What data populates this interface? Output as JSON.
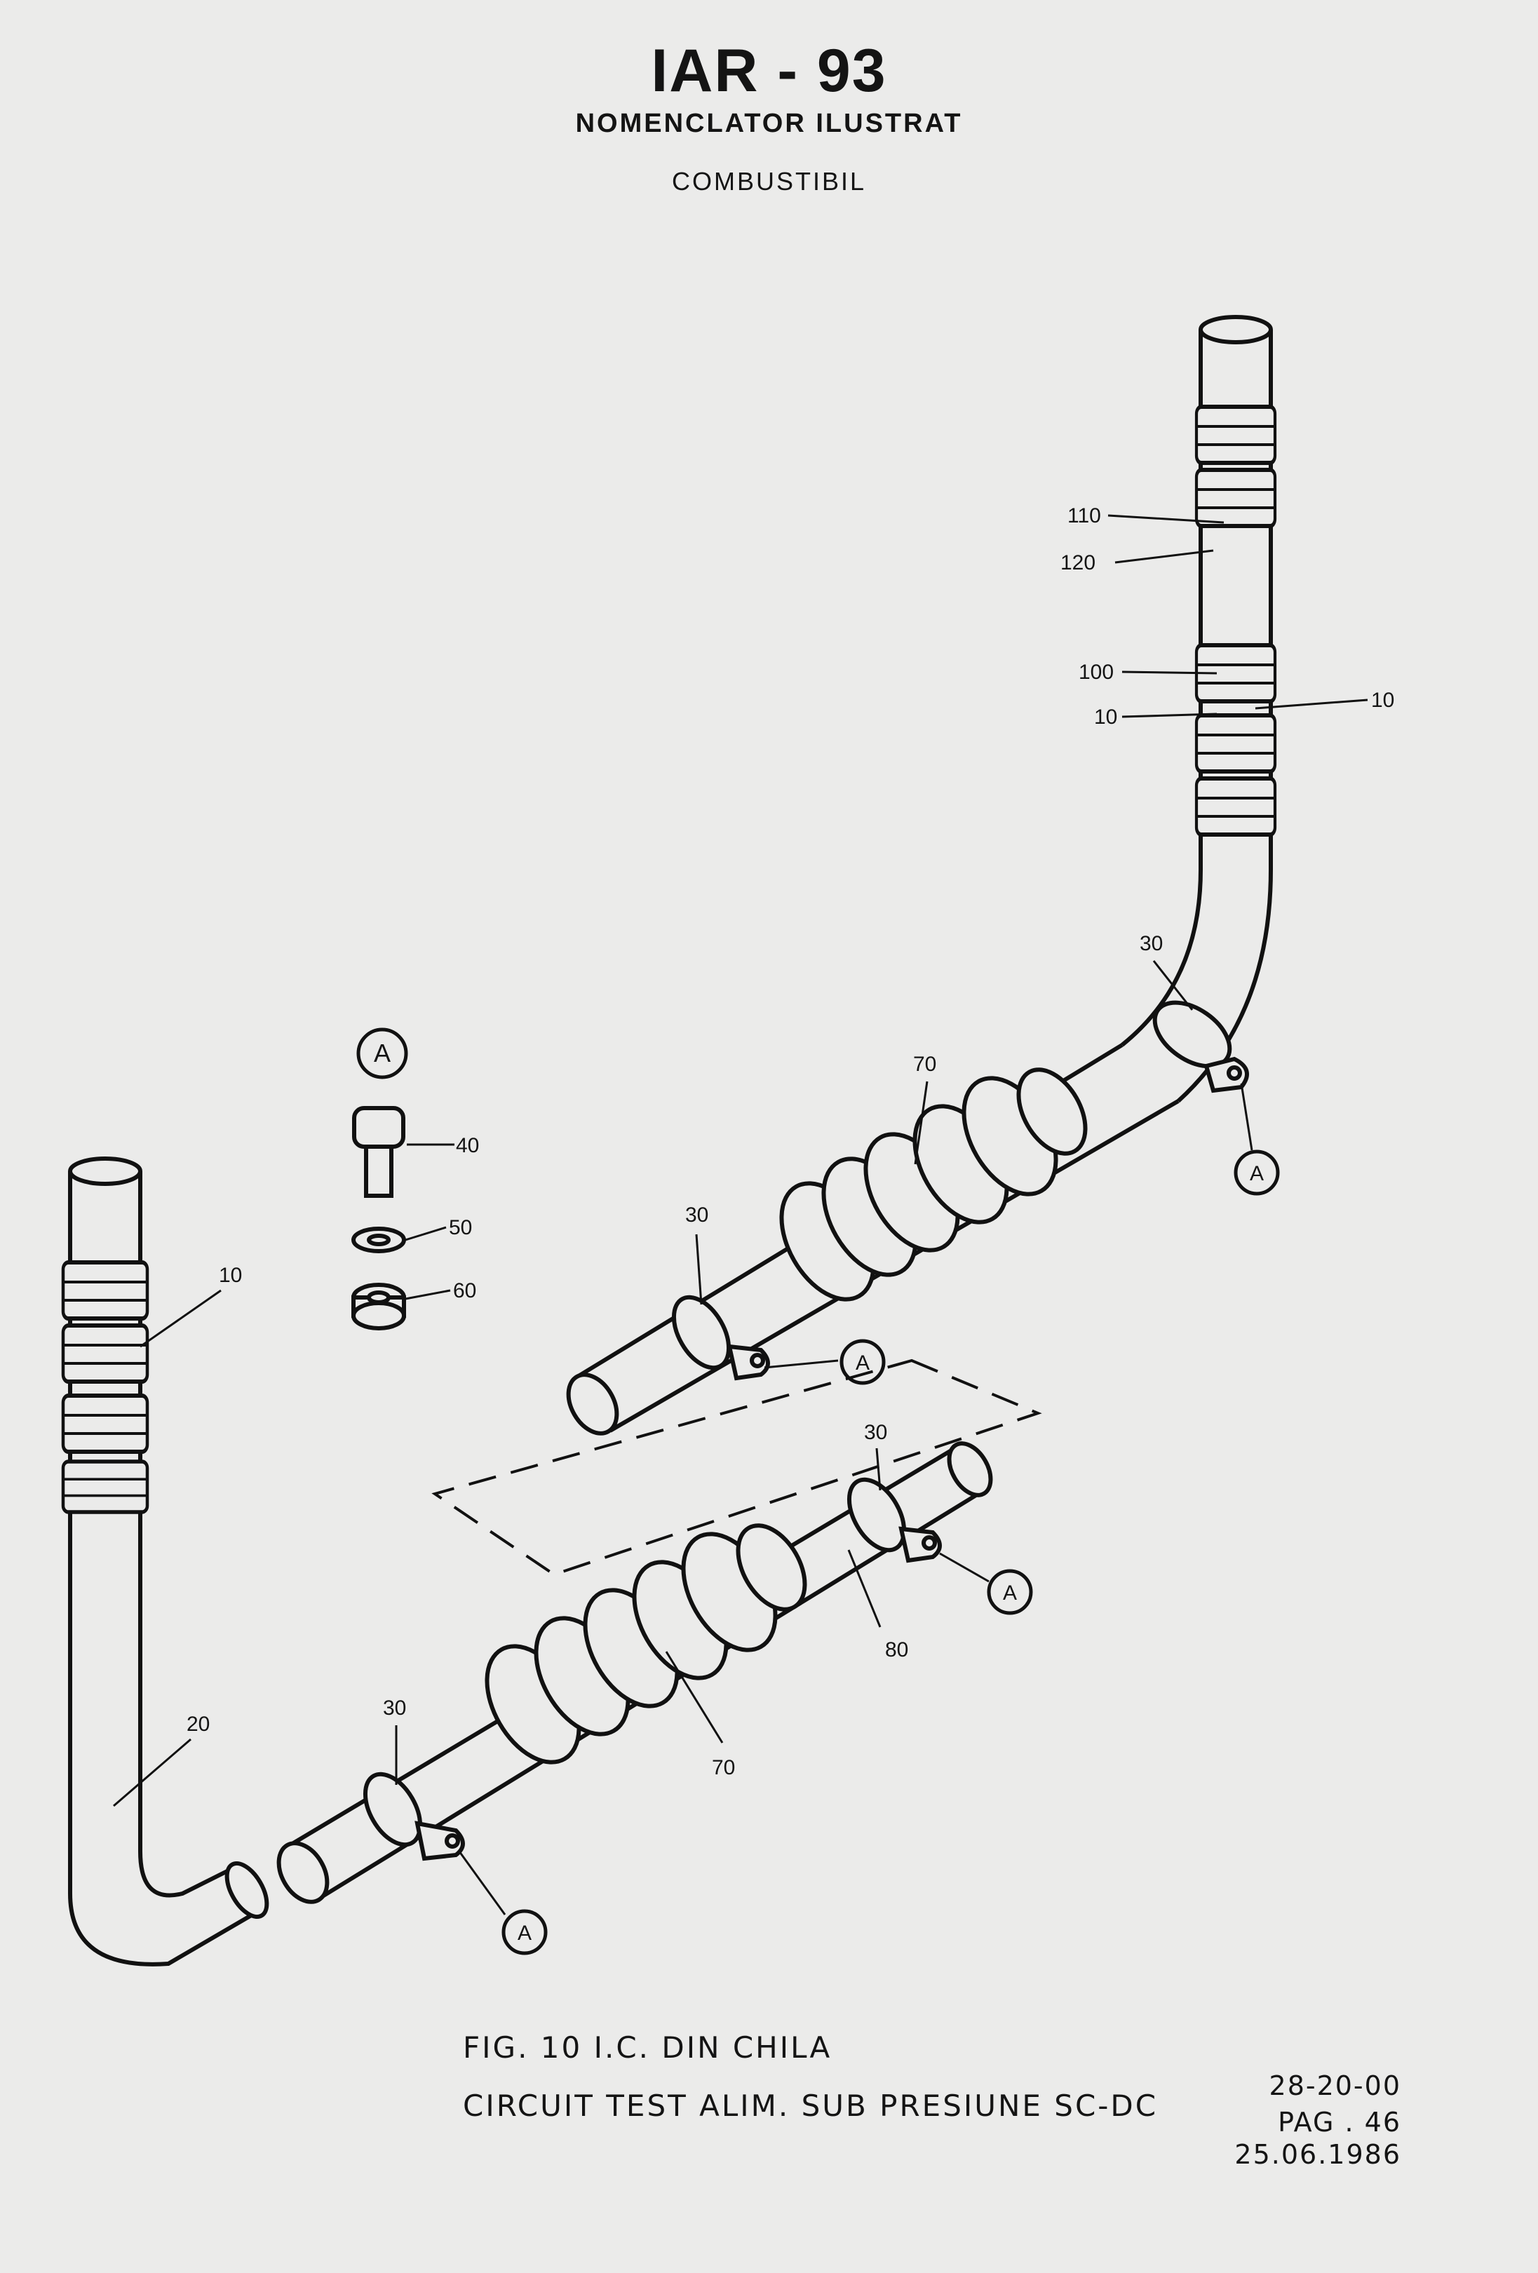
{
  "header": {
    "title": "IAR - 93",
    "subtitle": "NOMENCLATOR ILUSTRAT",
    "section": "COMBUSTIBIL"
  },
  "callouts": {
    "c110": "110",
    "c120": "120",
    "c100": "100",
    "c10_upper_left": "10",
    "c10_upper_right": "10",
    "c30_upper_bend": "30",
    "c70_upper": "70",
    "c30_upper_left": "30",
    "c10_left_pipe": "10",
    "c20": "20",
    "c30_lower_right": "30",
    "c80": "80",
    "c70_lower": "70",
    "c30_lower_left": "30",
    "c40": "40",
    "c50": "50",
    "c60": "60"
  },
  "detail": {
    "letter": "A"
  },
  "caption": {
    "line1": "FIG. 10 I.C. DIN CHILA",
    "line2": "CIRCUIT TEST ALIM. SUB PRESIUNE SC-DC"
  },
  "reference": {
    "chapter": "28-20-00",
    "page": "PAG . 46",
    "date": "25.06.1986"
  }
}
